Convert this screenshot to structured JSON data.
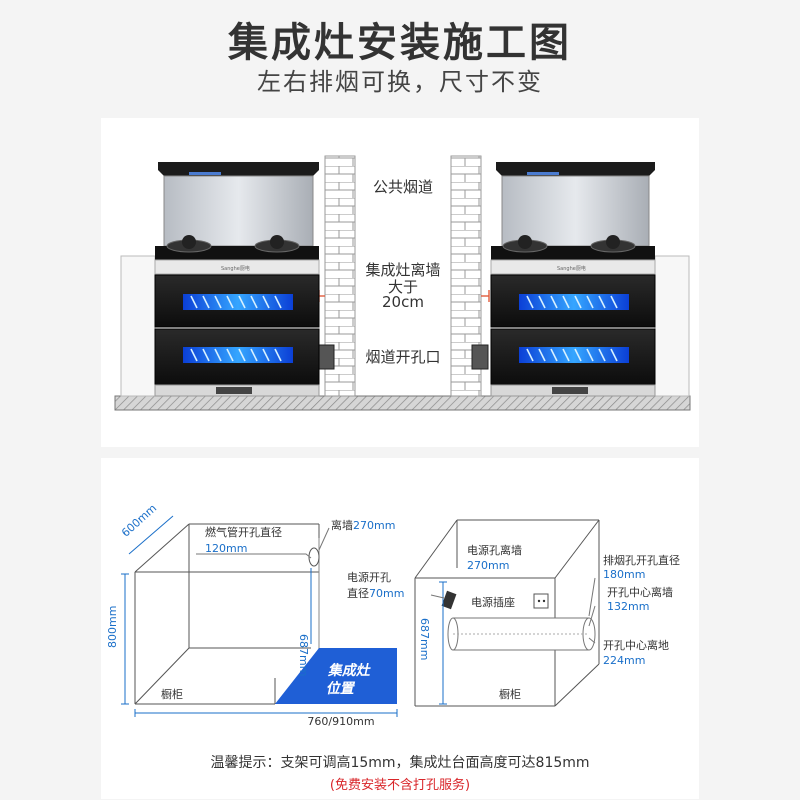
{
  "header": {
    "title": "集成灶安装施工图",
    "subtitle": "左右排烟可换，尺寸不变"
  },
  "top_diagram": {
    "labels": {
      "flue": "公共烟道",
      "distance_line1": "集成灶离墙",
      "distance_line2": "大于",
      "distance_line3": "20cm",
      "flue_opening": "烟道开孔口"
    },
    "brand_mark": "Sanghe厨电"
  },
  "bottom_diagram": {
    "left": {
      "depth": "600mm",
      "height": "800mm",
      "width": "760/910mm",
      "gas_line1": "燃气管开孔直径",
      "gas_line2": "120mm",
      "wall_prefix": "离墙",
      "wall_value": "270mm",
      "pipe_height": "687mm",
      "stove_pos_line1": "集成灶",
      "stove_pos_line2": "位置",
      "cabinet": "橱柜"
    },
    "right": {
      "socket_wall_line1": "电源孔离墙",
      "socket_wall_line2": "270mm",
      "power_hole_line1": "电源开孔",
      "power_hole_prefix": "直径",
      "power_hole_value": "70mm",
      "socket": "电源插座",
      "exhaust_line1": "排烟孔开孔直径",
      "exhaust_line2": "180mm",
      "center_wall_line1": "开孔中心离墙",
      "center_wall_line2": "132mm",
      "center_floor_line1": "开孔中心离地",
      "center_floor_line2": "224mm",
      "height": "687mm",
      "cabinet": "橱柜"
    }
  },
  "footer": {
    "tip": "温馨提示：支架可调高15mm，集成灶台面高度可达815mm",
    "note": "(免费安装不含打孔服务)"
  },
  "colors": {
    "accent_blue": "#1a6fc9",
    "stove_zone": "#1f5fd6",
    "warning_red": "#d9262a",
    "distance_line": "#e05a3a"
  }
}
